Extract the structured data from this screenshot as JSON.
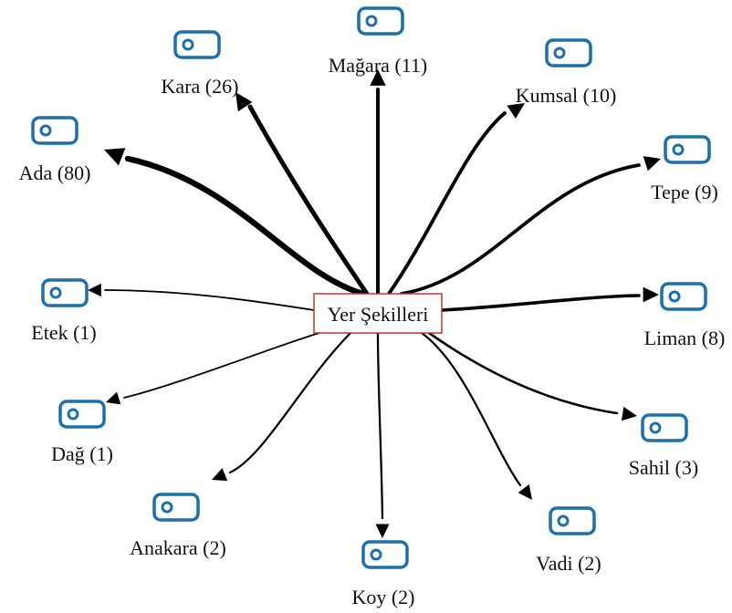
{
  "center": {
    "label": "Yer Şekilleri",
    "border_color": "#c0392b"
  },
  "colors": {
    "icon": "#1f6fa8",
    "edge": "#000000",
    "text": "#111111"
  },
  "nodes": [
    {
      "id": "magara",
      "label": "Mağara (11)",
      "count": 11,
      "icon": "tag-icon"
    },
    {
      "id": "kara",
      "label": "Kara (26)",
      "count": 26,
      "icon": "tag-icon"
    },
    {
      "id": "kumsal",
      "label": "Kumsal (10)",
      "count": 10,
      "icon": "tag-icon"
    },
    {
      "id": "ada",
      "label": "Ada (80)",
      "count": 80,
      "icon": "tag-icon"
    },
    {
      "id": "tepe",
      "label": "Tepe (9)",
      "count": 9,
      "icon": "tag-icon"
    },
    {
      "id": "etek",
      "label": "Etek (1)",
      "count": 1,
      "icon": "tag-icon"
    },
    {
      "id": "liman",
      "label": "Liman (8)",
      "count": 8,
      "icon": "tag-icon"
    },
    {
      "id": "dag",
      "label": "Dağ (1)",
      "count": 1,
      "icon": "tag-icon"
    },
    {
      "id": "sahil",
      "label": "Sahil (3)",
      "count": 3,
      "icon": "tag-icon"
    },
    {
      "id": "anakara",
      "label": "Anakara (2)",
      "count": 2,
      "icon": "tag-icon"
    },
    {
      "id": "vadi",
      "label": "Vadi (2)",
      "count": 2,
      "icon": "tag-icon"
    },
    {
      "id": "koy",
      "label": "Koy (2)",
      "count": 2,
      "icon": "tag-icon"
    }
  ]
}
